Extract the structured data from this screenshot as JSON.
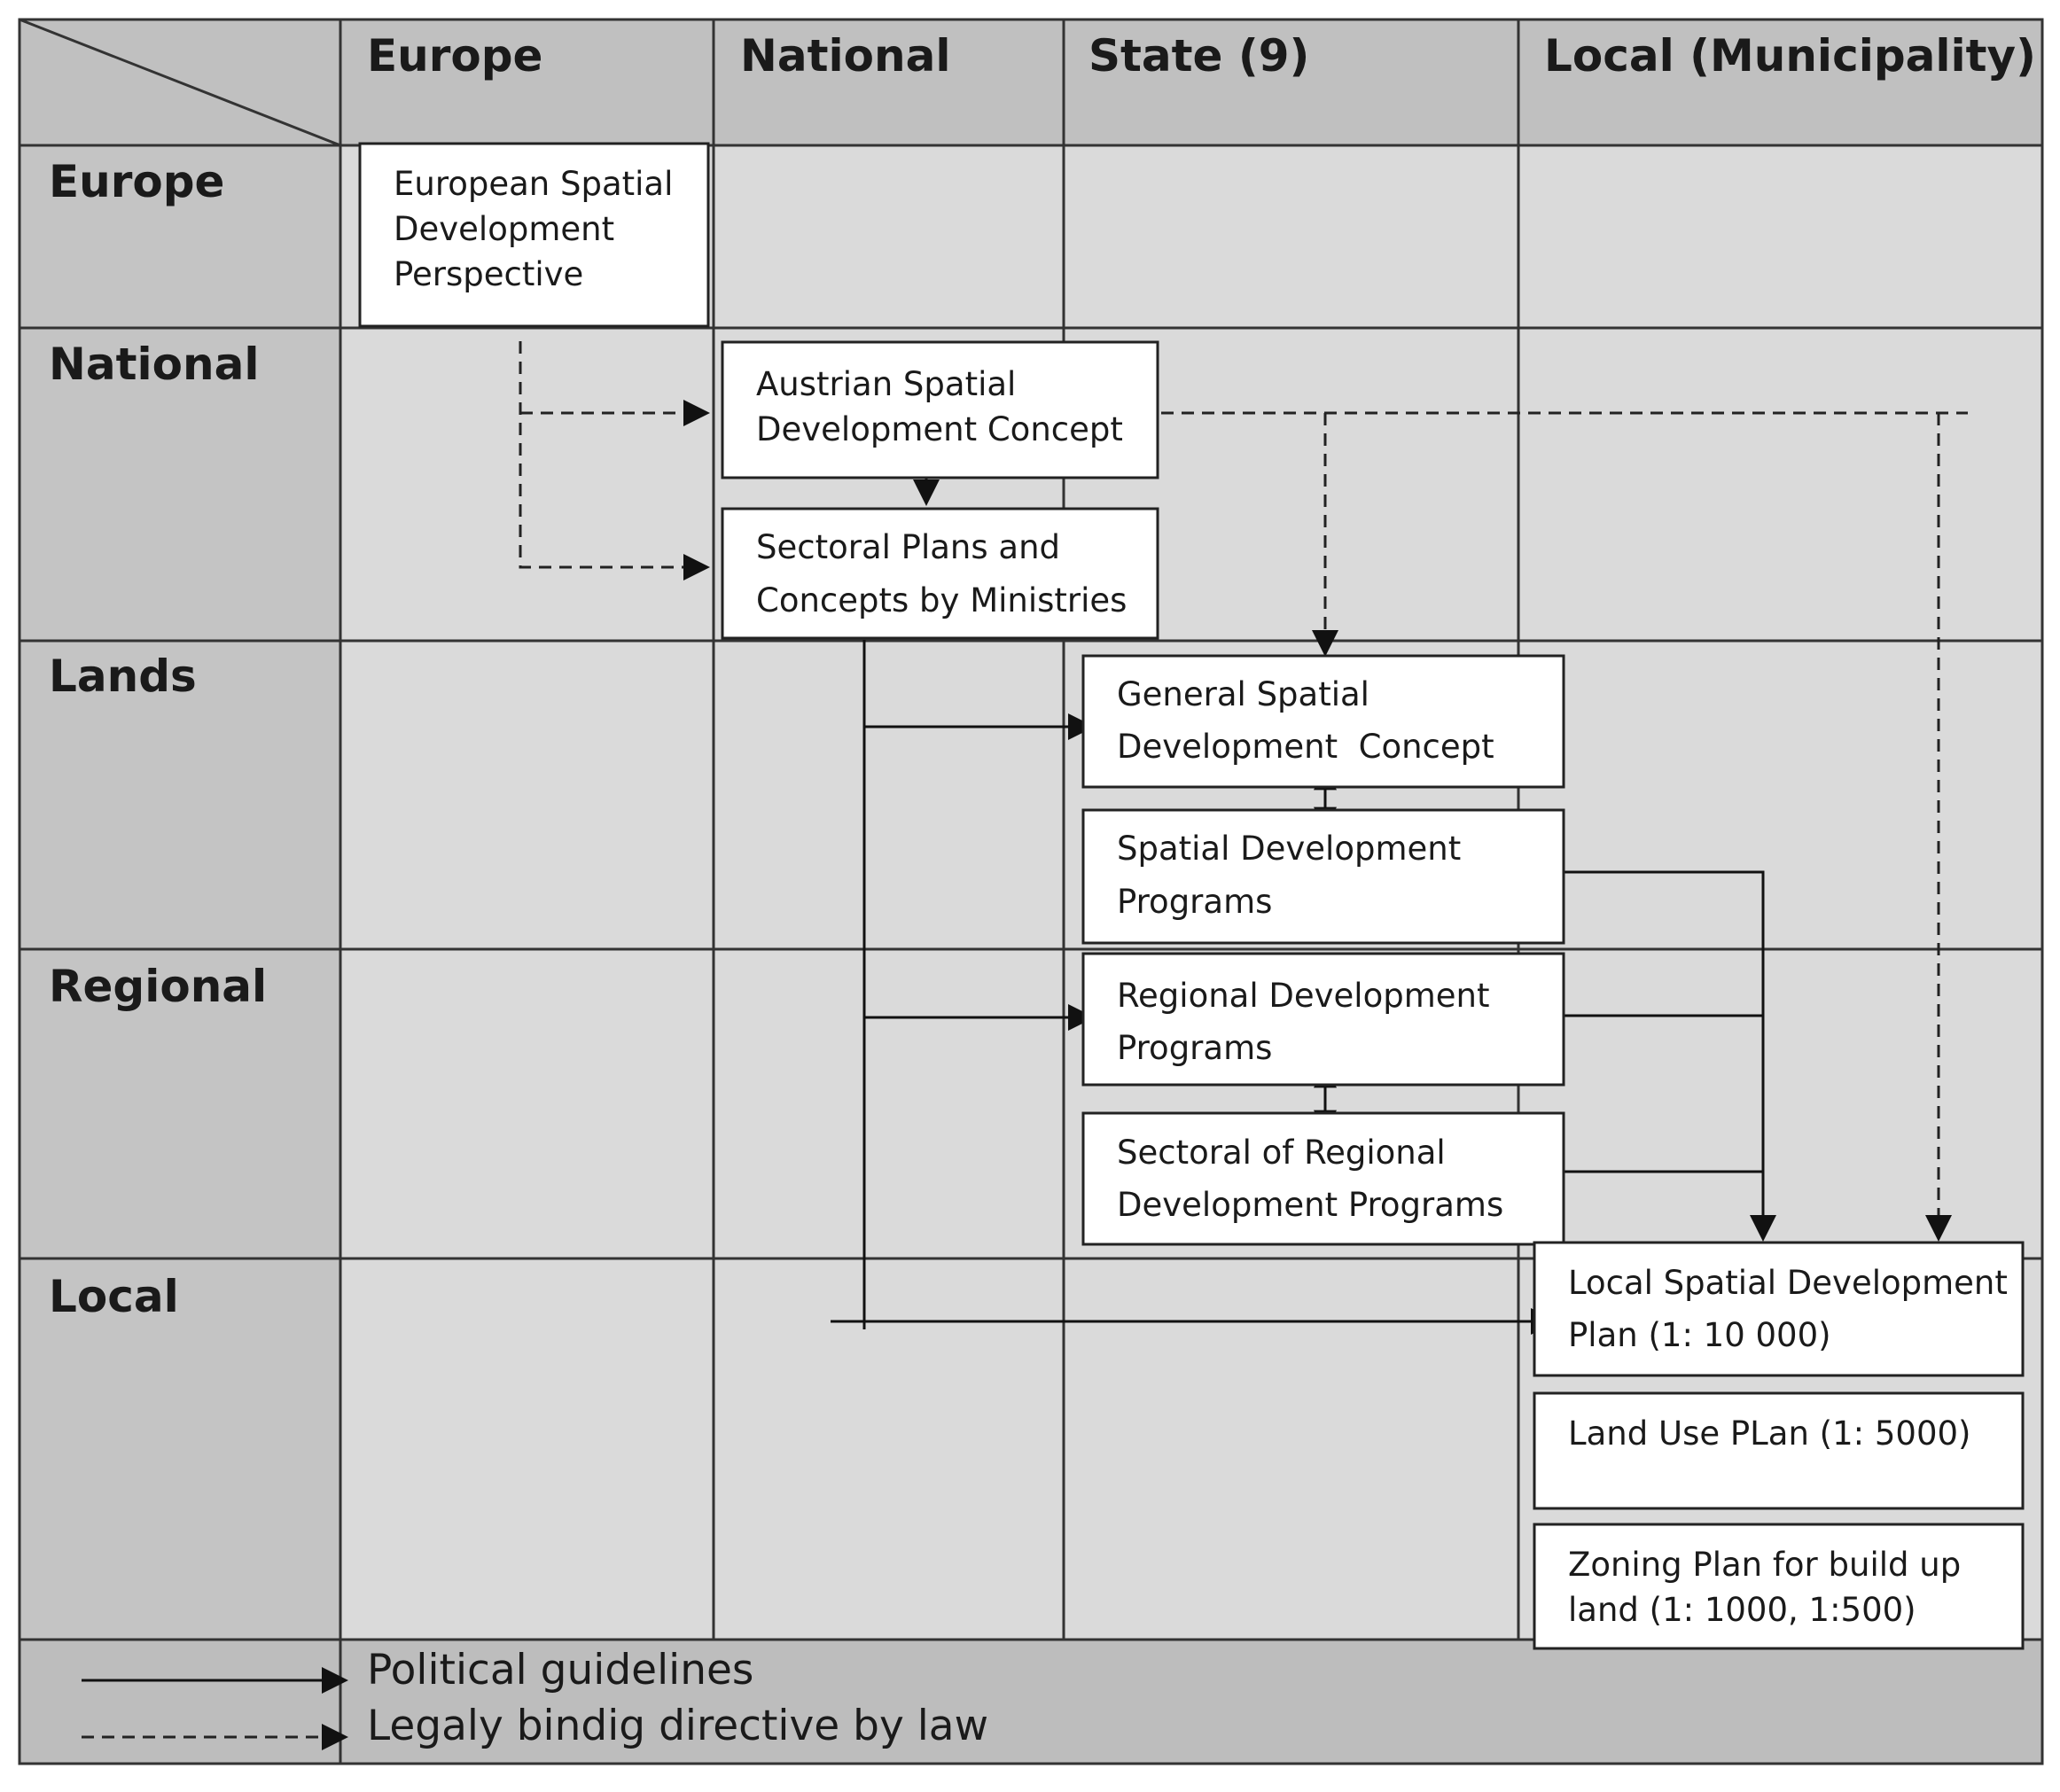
{
  "column_headers": [
    "Europe",
    "National",
    "State (9)",
    "Local (Municipality)"
  ],
  "row_headers": [
    "Europe",
    "National",
    "Lands",
    "Regional",
    "Local"
  ],
  "boxes": {
    "espd": [
      "European Spatial",
      "Development",
      "Perspective"
    ],
    "austrian": [
      "Austrian Spatial",
      "Development Concept"
    ],
    "sectoral_ministries": [
      "Sectoral Plans and",
      "Concepts by Ministries"
    ],
    "general_spatial": [
      "General Spatial",
      "Development  Concept"
    ],
    "spatial_programs": [
      "Spatial Development",
      "Programs"
    ],
    "regional_programs": [
      "Regional Development",
      "Programs"
    ],
    "sectoral_regional": [
      "Sectoral of Regional",
      "Development Programs"
    ],
    "local_spatial": [
      "Local Spatial Development",
      "Plan (1: 10 000)"
    ],
    "land_use": [
      "Land Use PLan (1: 5000)"
    ],
    "zoning": [
      "Zoning Plan for build up",
      "land (1: 1000, 1:500)"
    ]
  },
  "legend": {
    "solid_label": "Political guidelines",
    "dashed_label": "Legaly bindig directive by law"
  },
  "colors": {
    "header_fill": "#c0c0c0",
    "cell_fill": "#dadada",
    "row_header_fill": "#c4c4c4",
    "legend_fill": "#bdbdbd",
    "box_fill": "#ffffff",
    "line": "#222222"
  }
}
